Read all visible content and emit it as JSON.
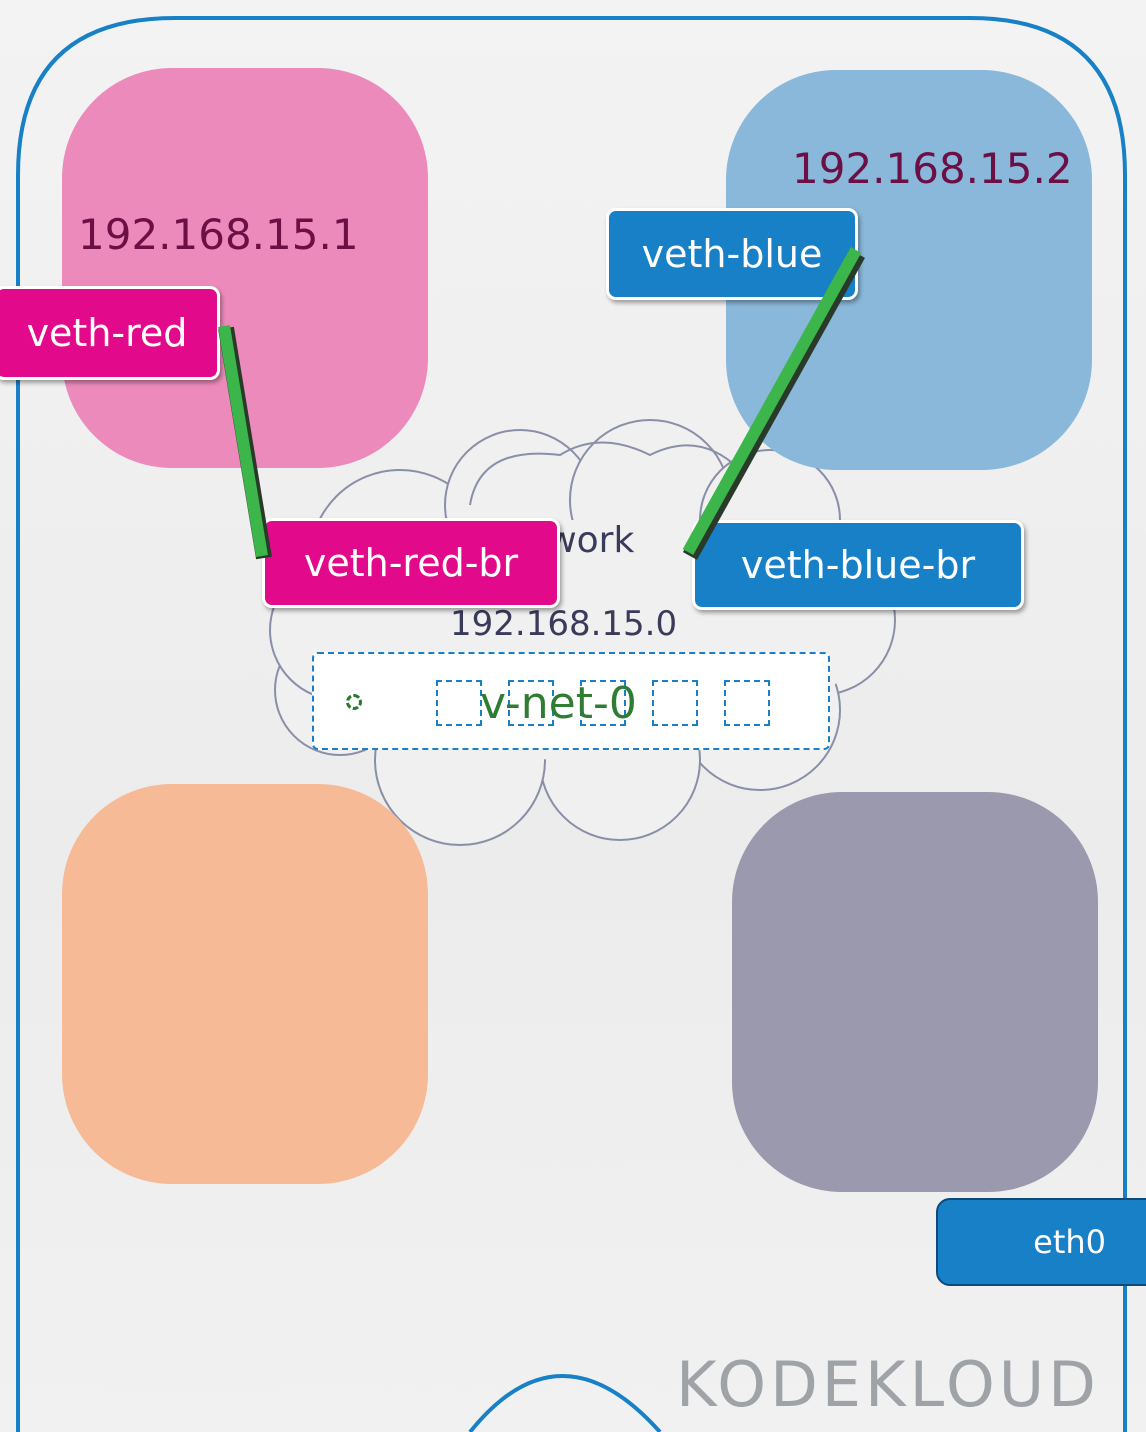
{
  "namespaces": {
    "red": {
      "ip": "192.168.15.1",
      "veth_label": "veth-red"
    },
    "blue": {
      "ip": "192.168.15.2",
      "veth_label": "veth-blue"
    }
  },
  "bridge_ports": {
    "red": "veth-red-br",
    "blue": "veth-blue-br"
  },
  "network": {
    "label": "Network",
    "address": "192.168.15.0",
    "switch_name": "v-net-0"
  },
  "host_interface": "eth0",
  "logo": "KODEKLOUD",
  "colors": {
    "pink_tag": "#e20a8a",
    "blue_tag": "#1780c6",
    "cable": "#3cb54a",
    "ns_red": "#ec8bbb",
    "ns_blue": "#8ab8da",
    "ns_orange": "#f6bb96",
    "ns_gray": "#9b99ae"
  }
}
